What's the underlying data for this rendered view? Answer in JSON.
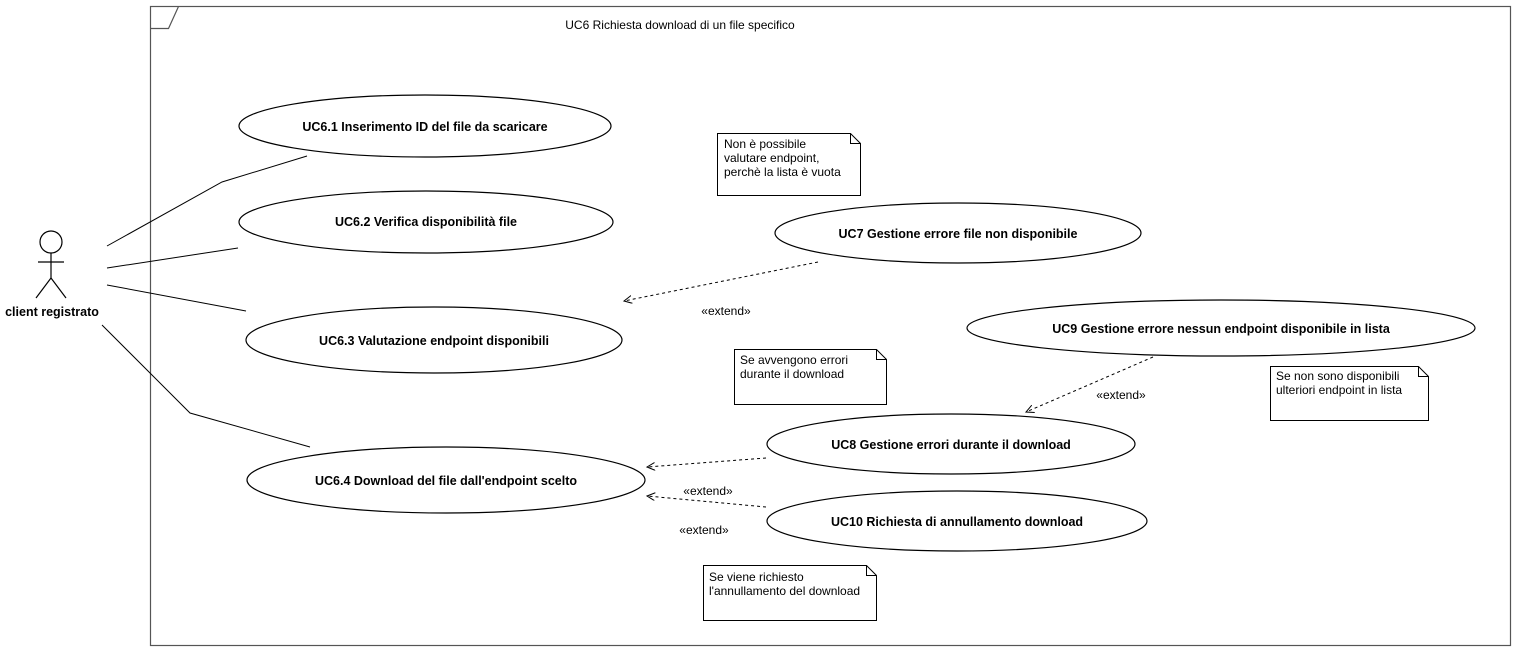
{
  "diagram": {
    "title": "UC6 Richiesta download di un file specifico",
    "actor": {
      "label": "client registrato"
    },
    "use_cases": {
      "uc6_1": "UC6.1 Inserimento ID del file da scaricare",
      "uc6_2": "UC6.2 Verifica disponibilità file",
      "uc6_3": "UC6.3 Valutazione endpoint disponibili",
      "uc6_4": "UC6.4 Download del file dall'endpoint scelto",
      "uc7": "UC7 Gestione errore file non disponibile",
      "uc8": "UC8 Gestione errori durante il download",
      "uc9": "UC9 Gestione errore nessun endpoint disponibile in lista",
      "uc10": "UC10 Richiesta di annullamento download"
    },
    "extend_label": "«extend»",
    "notes": {
      "note1": [
        "Non è possibile",
        "valutare endpoint,",
        "perchè la lista è vuota"
      ],
      "note2": [
        "Se avvengono errori",
        "durante il download"
      ],
      "note3": [
        "Se non sono disponibili",
        "ulteriori endpoint in lista"
      ],
      "note4": [
        "Se viene richiesto",
        "l'annullamento del download"
      ]
    }
  }
}
